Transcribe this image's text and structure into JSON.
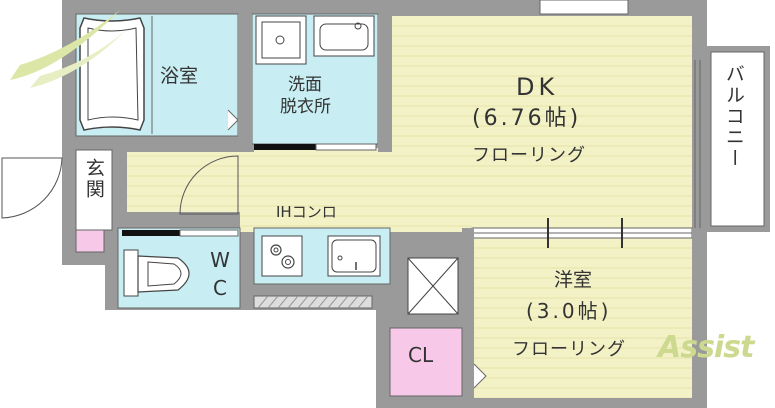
{
  "rooms": {
    "bathroom": "浴室",
    "washroom_line1": "洗面",
    "washroom_line2": "脱衣所",
    "dk_name": "DK",
    "dk_size": "(6.76帖)",
    "dk_floor": "フローリング",
    "balcony": "バルコニー",
    "entrance": "玄関",
    "ih_stove": "IHコンロ",
    "wc": "WC",
    "western_name": "洋室",
    "western_size": "(3.0帖)",
    "western_floor": "フローリング",
    "closet": "CL"
  },
  "logo": {
    "text": "Assist"
  },
  "colors": {
    "wall": "#9a9a9a",
    "floor": "#f3f2c6",
    "water": "#c8eef3",
    "closet": "#f7c8e8",
    "logo": "#ccd98e"
  }
}
